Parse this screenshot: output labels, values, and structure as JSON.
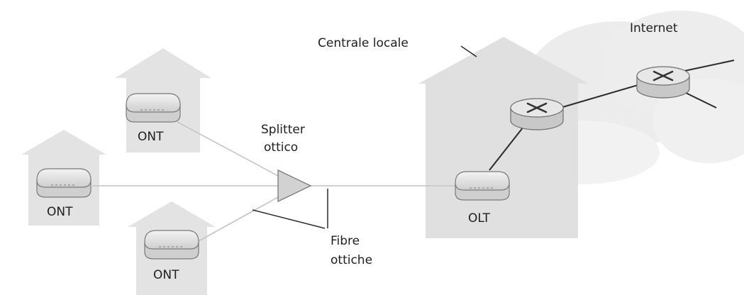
{
  "labels": {
    "central_office": "Centrale locale",
    "internet": "Internet",
    "splitter_line1": "Splitter",
    "splitter_line2": "ottico",
    "fiber_line1": "Fibre",
    "fiber_line2": "ottiche",
    "ont_top": "ONT",
    "ont_left": "ONT",
    "ont_bottom": "ONT",
    "olt": "OLT"
  },
  "colors": {
    "house_fill": "#e3e3e3",
    "cloud_fill": "#ececec",
    "device_body": "#d9d9d9",
    "device_top": "#efefef",
    "device_stroke": "#777777",
    "fiber_line": "#c4c4c4",
    "dark_line": "#2a2a2a",
    "splitter_fill": "#d2d2d2"
  },
  "icons": {
    "ont": "optical-network-terminal-icon",
    "olt": "optical-line-terminal-icon",
    "router": "router-icon",
    "splitter": "optical-splitter-icon"
  }
}
